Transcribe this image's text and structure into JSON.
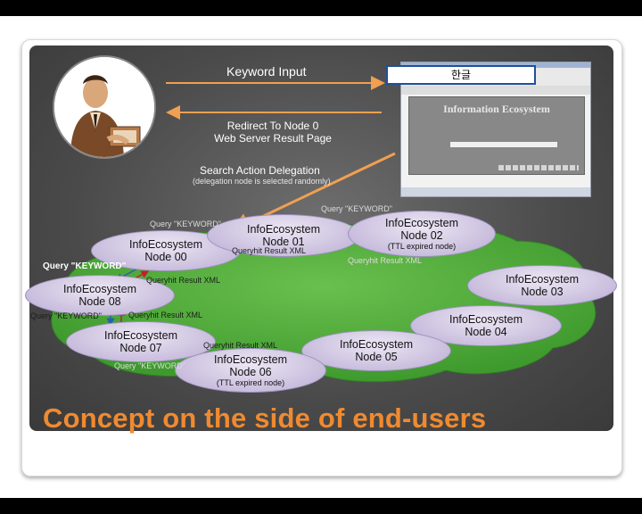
{
  "labels": {
    "keyword_input": "Keyword Input",
    "redirect_line1": "Redirect To Node 0",
    "redirect_line2": "Web Server Result Page",
    "delegation": "Search Action Delegation",
    "delegation_note": "(delegation node is selected randomly)"
  },
  "browser": {
    "search_value": "한글",
    "page_title": "Information Ecosystem"
  },
  "nodes": {
    "n00": {
      "title": "InfoEcosystem",
      "id": "Node 00"
    },
    "n01": {
      "title": "InfoEcosystem",
      "id": "Node 01"
    },
    "n02": {
      "title": "InfoEcosystem",
      "id": "Node 02",
      "note": "(TTL expired node)"
    },
    "n03": {
      "title": "InfoEcosystem",
      "id": "Node 03"
    },
    "n04": {
      "title": "InfoEcosystem",
      "id": "Node 04"
    },
    "n05": {
      "title": "InfoEcosystem",
      "id": "Node 05"
    },
    "n06": {
      "title": "InfoEcosystem",
      "id": "Node 06",
      "note": "(TTL expired node)"
    },
    "n07": {
      "title": "InfoEcosystem",
      "id": "Node 07"
    },
    "n08": {
      "title": "InfoEcosystem",
      "id": "Node 08"
    }
  },
  "annotations": {
    "query_00_01": "Query \"KEYWORD\"",
    "queryhit_01_00": "Queryhit Result XML",
    "query_01_02": "Query \"KEYWORD\"",
    "queryhit_02_01": "Queryhit Result XML",
    "query_00_08": "Query \"KEYWORD\"",
    "queryhit_08_00": "Queryhit Result XML",
    "query_08_07": "Query \"KEYWORD\"",
    "queryhit_07_08": "Queryhit Result XML",
    "query_07_06": "Query \"KEYWORD\"",
    "queryhit_06_07": "Queryhit Result XML"
  },
  "caption": "Concept on the side of end-users",
  "colors": {
    "caption": "#f08a30",
    "arrow_orange": "#f0a050",
    "query_arrow": "#2a5fb0",
    "queryhit_arrow": "#c0202a",
    "cloud_green": "#4fa83a"
  }
}
